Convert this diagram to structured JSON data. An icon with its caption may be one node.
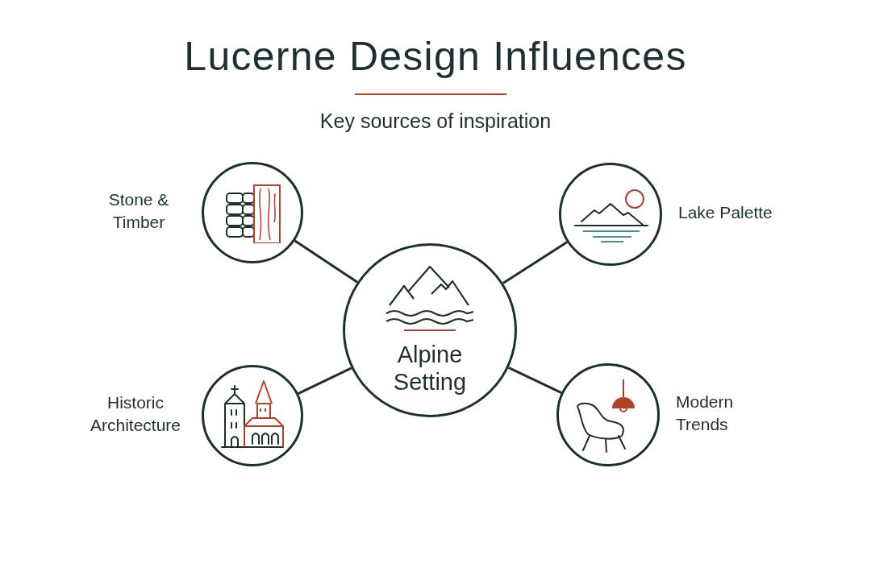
{
  "diagram": {
    "title": "Lucerne Design Influences",
    "nodes": [
      {
        "text": [
          "Alpine Setting"
        ]
      },
      {
        "text": [],
        "shape": "circle",
        "beside": [
          "Stone & Timber"
        ]
      },
      {
        "text": [],
        "shape": "circle",
        "beside": [
          "Lake Palette"
        ]
      },
      {
        "text": [],
        "shape": "circle",
        "beside": [
          "Historic Architecture"
        ]
      },
      {
        "text": [],
        "shape": "circle",
        "beside": [
          "Modern Trends"
        ]
      }
    ],
    "edges": [
      {
        "from": 0,
        "to": 1,
        "arrow": "none"
      },
      {
        "from": 0,
        "to": 2,
        "arrow": "none"
      },
      {
        "from": 0,
        "to": 3,
        "arrow": "none"
      },
      {
        "from": 0,
        "to": 4,
        "arrow": "none"
      }
    ],
    "labels": [
      "Key sources of inspiration"
    ]
  }
}
